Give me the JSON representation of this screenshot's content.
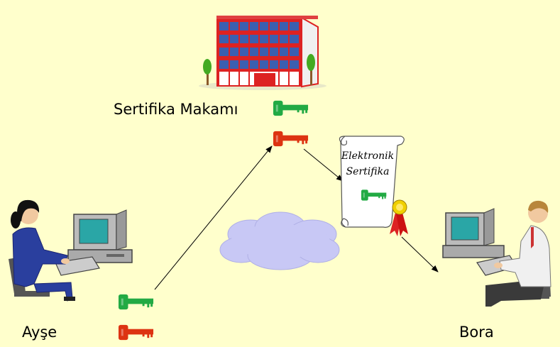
{
  "labels": {
    "authority": "Sertifika Makamı",
    "alice": "Ayşe",
    "bob": "Bora"
  },
  "certificate": {
    "line1": "Elektronik",
    "line2": "Sertifika"
  },
  "colors": {
    "background": "#ffffcc",
    "public_key": "#22aa44",
    "private_key": "#dd3311",
    "building_frame": "#dd2222",
    "building_windows": "#3b5fb0",
    "cloud": "#c8c8f5",
    "screen": "#2aa6a6",
    "alice_clothes": "#2a3f9e",
    "bob_shirt": "#f0f0f0"
  },
  "icons": {
    "authority": "office-building-icon",
    "alice": "woman-at-computer-icon",
    "bob": "man-at-computer-icon",
    "public_key": "green-key-icon",
    "private_key": "red-key-icon",
    "certificate": "scroll-certificate-icon",
    "network": "cloud-icon"
  }
}
